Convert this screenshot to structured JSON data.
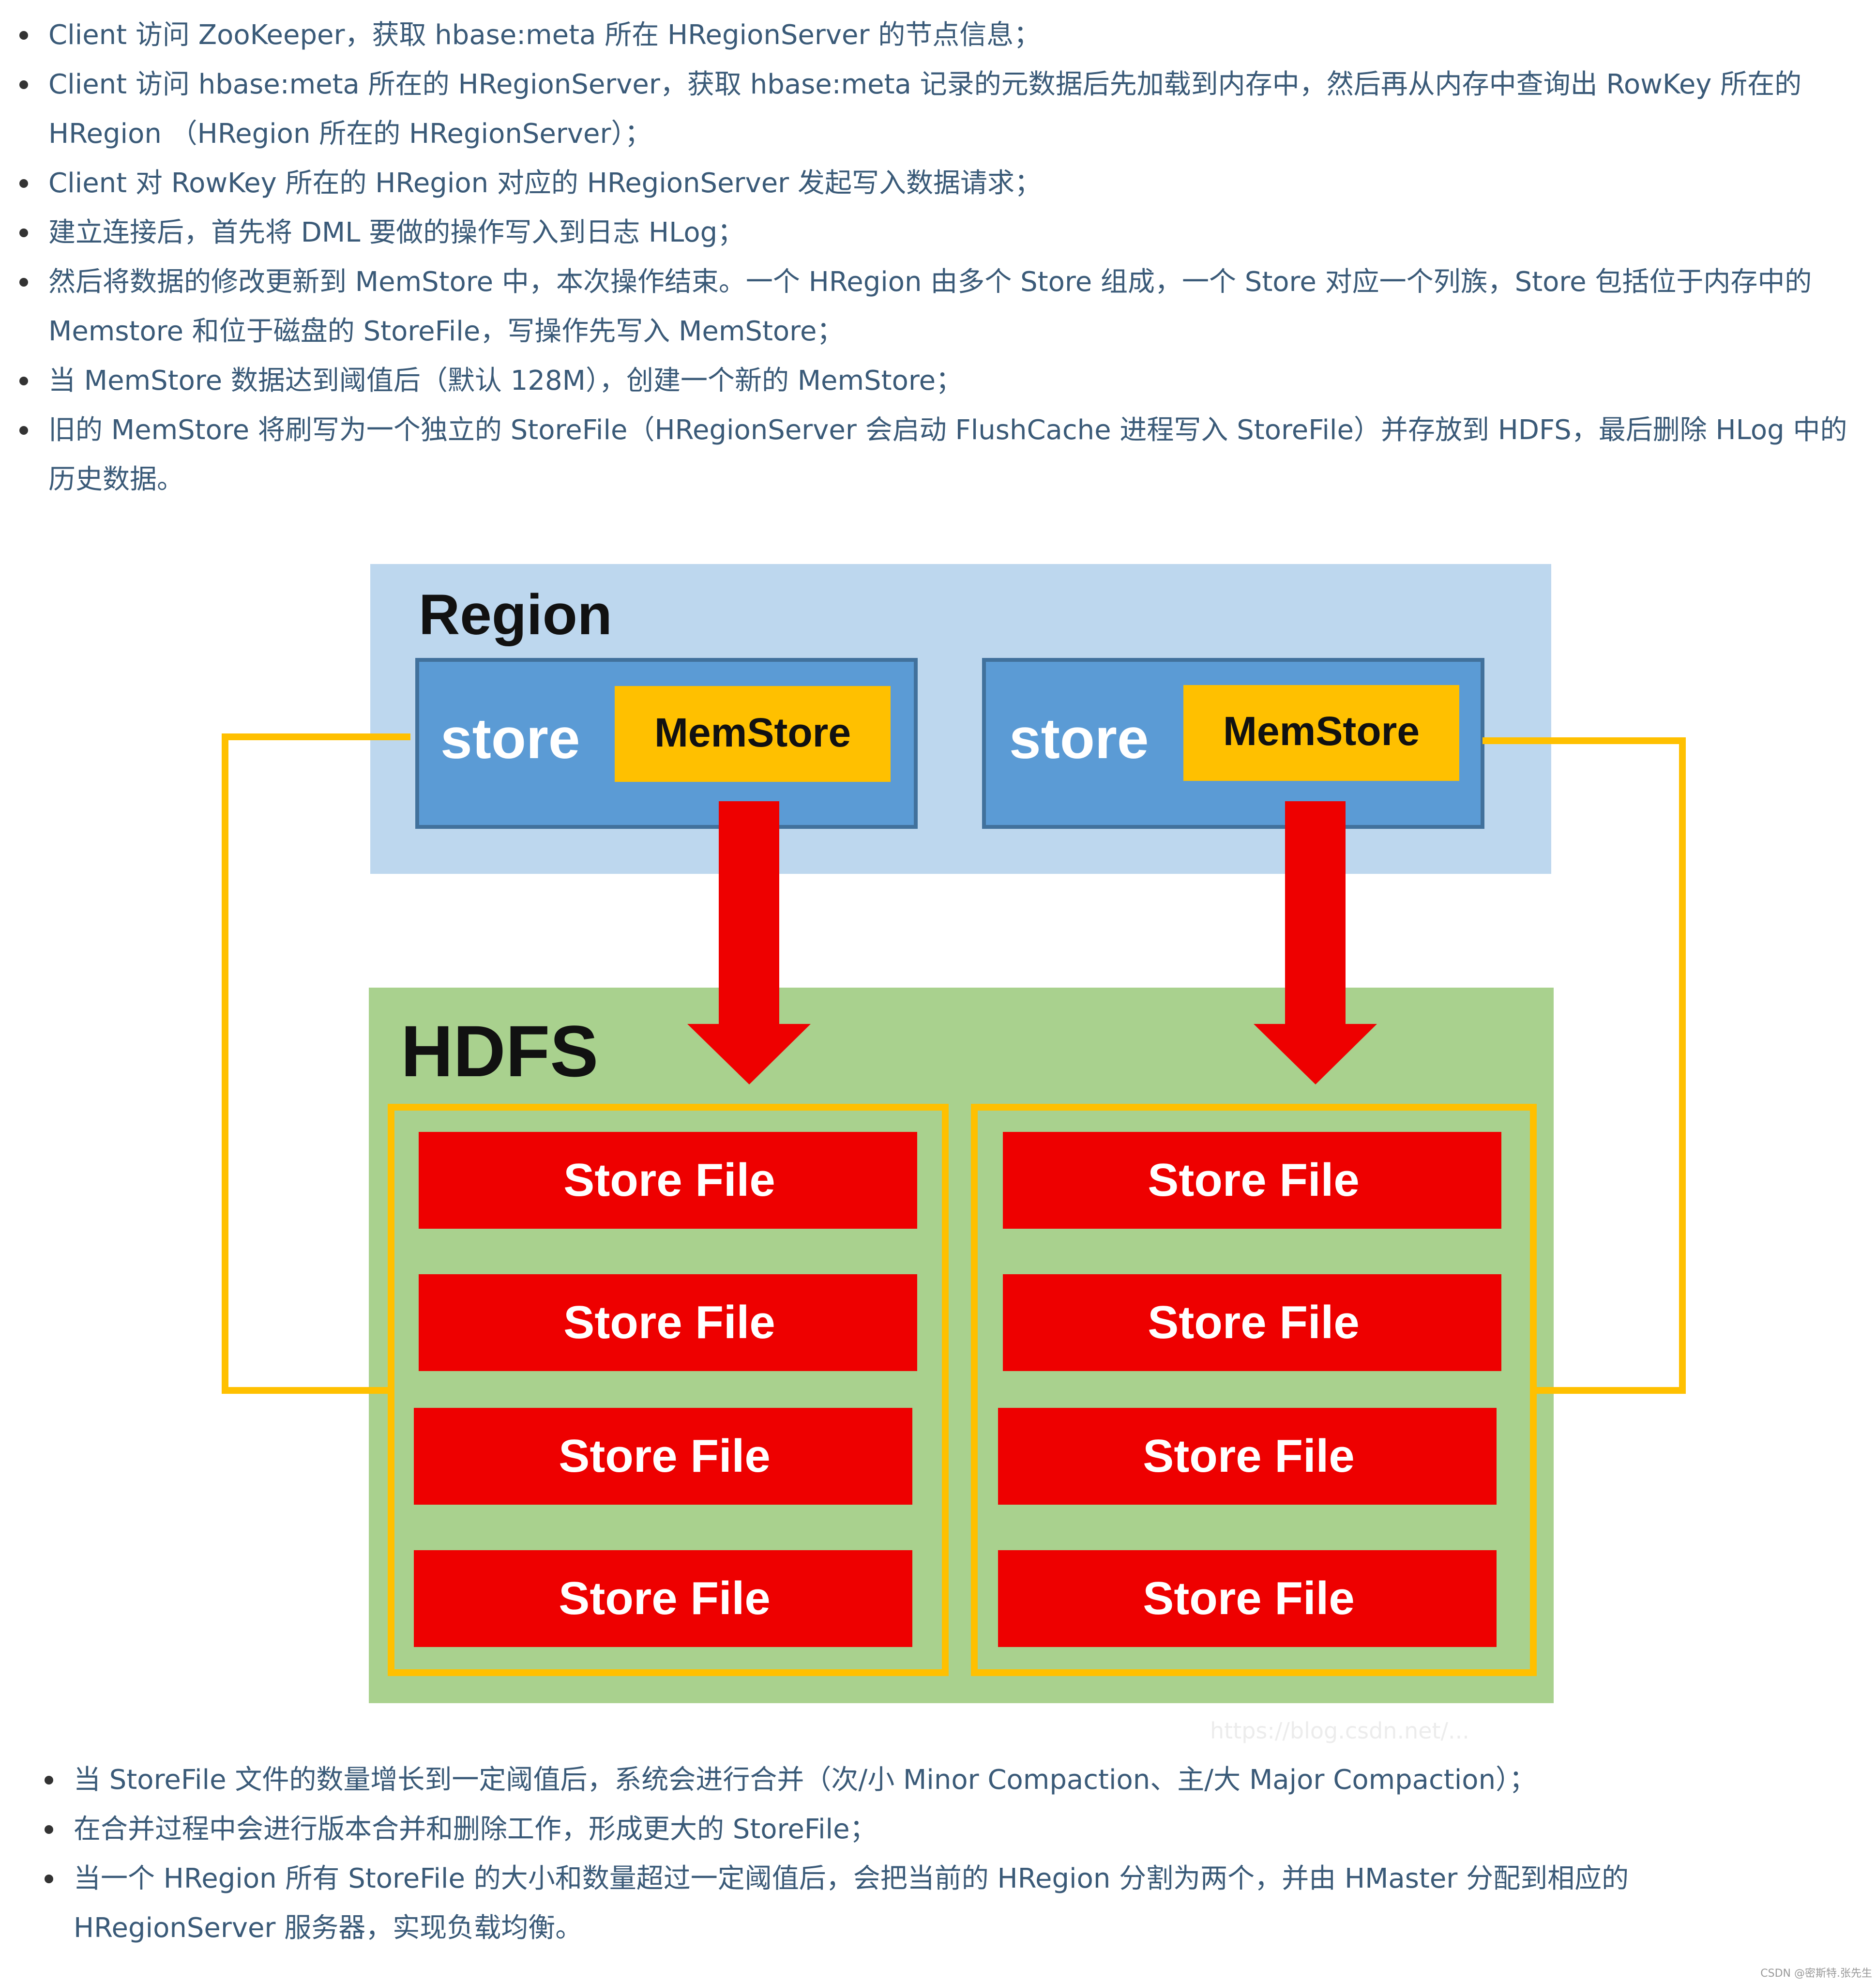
{
  "intro_steps": [
    "Client 访问 ZooKeeper，获取 hbase:meta 所在 HRegionServer 的节点信息；",
    "Client 访问 hbase:meta 所在的 HRegionServer，获取 hbase:meta 记录的元数据后先加载到内存中，然后再从内存中查询出 RowKey 所在的 HRegion （HRegion 所在的 HRegionServer）；",
    "Client 对 RowKey 所在的 HRegion 对应的 HRegionServer 发起写入数据请求；",
    "建立连接后，首先将 DML 要做的操作写入到日志 HLog；",
    "然后将数据的修改更新到 MemStore 中，本次操作结束。一个 HRegion 由多个 Store 组成，一个 Store 对应一个列族，Store 包括位于内存中的 Memstore 和位于磁盘的 StoreFile，写操作先写入 MemStore；",
    "当 MemStore 数据达到阈值后（默认 128M），创建一个新的 MemStore；",
    "旧的 MemStore 将刷写为一个独立的 StoreFile（HRegionServer 会启动 FlushCache 进程写入 StoreFile）并存放到 HDFS，最后删除 HLog 中的历史数据。"
  ],
  "diagram": {
    "region_title": "Region",
    "hdfs_title": "HDFS",
    "store_label": "store",
    "memstore_label": "MemStore",
    "left_store_files": [
      "Store File",
      "Store File",
      "Store File",
      "Store File"
    ],
    "right_store_files": [
      "Store File",
      "Store File",
      "Store File",
      "Store File"
    ],
    "colors": {
      "region_bg": "#bdd7ee",
      "store_bg": "#5b9bd5",
      "memstore_bg": "#ffc000",
      "hdfs_bg": "#a9d18e",
      "storefile_bg": "#ee0000",
      "arrow": "#ee0000",
      "connector": "#ffc000"
    }
  },
  "watermark": "https://blog.csdn.net/...",
  "compaction_steps": [
    "当 StoreFile 文件的数量增长到一定阈值后，系统会进行合并（次/小 Minor Compaction、主/大 Major Compaction）；",
    "在合并过程中会进行版本合并和删除工作，形成更大的 StoreFile；",
    "当一个 HRegion 所有 StoreFile 的大小和数量超过一定阈值后，会把当前的 HRegion 分割为两个，并由 HMaster 分配到相应的 HRegionServer 服务器，实现负载均衡。"
  ],
  "credit": "CSDN @密斯特.张先生"
}
